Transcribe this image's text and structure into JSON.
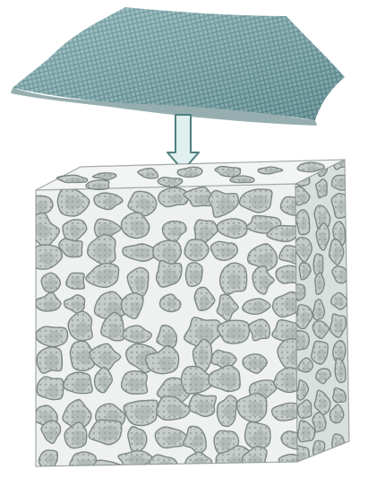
{
  "figure": {
    "elements": [
      "mesh-sheet",
      "insertion-arrow",
      "porous-scaffold-block"
    ],
    "colors": {
      "mesh_fill": "#8fb9bb",
      "mesh_strand": "#5f8d92",
      "mesh_shadow": "#3f6b70",
      "arrow_fill": "#dff0ee",
      "arrow_stroke": "#4f7f80",
      "block_front": "#eef1f0",
      "block_side": "#d9dfdd",
      "block_top": "#f3f5f4",
      "pore_fill": "#c5ccca",
      "pore_deep": "#9ea7a4",
      "pore_edge": "#7d8784"
    }
  }
}
